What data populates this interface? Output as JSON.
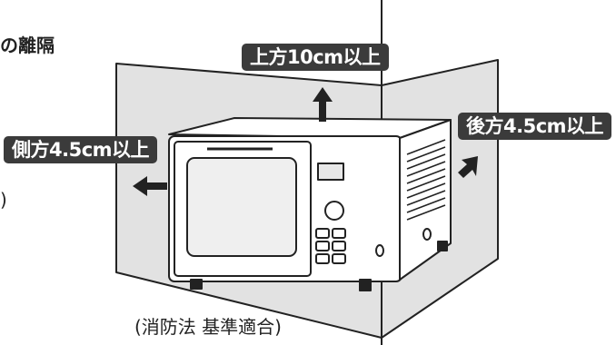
{
  "heading_fragment": "の離隔",
  "paren_fragment": ")",
  "labels": {
    "top": "上方10cm以上",
    "back": "後方4.5cm以上",
    "side": "側方4.5cm以上"
  },
  "caption": "(消防法 基準適合)",
  "colors": {
    "label_bg": "#3b3b3b",
    "wall_fill": "#e2e2e2",
    "line": "#222222"
  },
  "icons": [
    "arrow-up-icon",
    "arrow-left-icon",
    "arrow-right-icon"
  ]
}
